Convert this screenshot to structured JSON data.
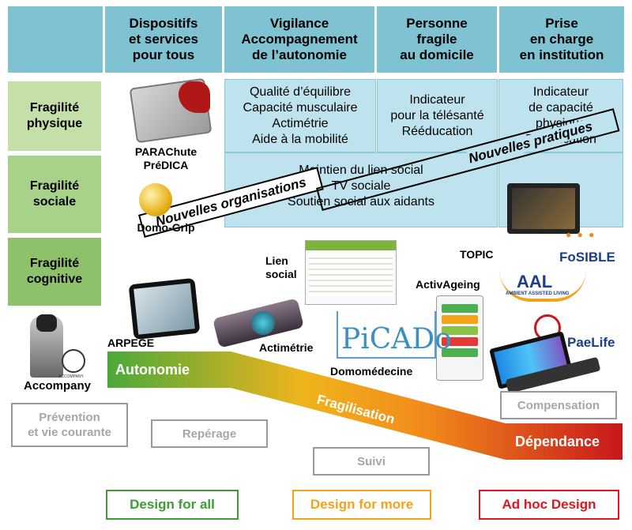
{
  "headers": [
    "Dispositifs\net services\npour tous",
    "Vigilance\nAccompagnement\nde l’autonomie",
    "Personne\nfragile\nau domicile",
    "Prise\nen charge\nen institution"
  ],
  "rows": [
    {
      "label": "Fragilité\nphysique",
      "color": "#c5dfa9"
    },
    {
      "label": "Fragilité\nsociale",
      "color": "#a8d18a"
    },
    {
      "label": "Fragilité\ncognitive",
      "color": "#8dc26b"
    }
  ],
  "cells": {
    "physical_vigilance": "Qualité d’équilibre\nCapacité musculaire\nActimétrie\nAide à la mobilité",
    "physical_home": "Indicateur\npour la télésanté\nRééducation",
    "physical_institution": "Indicateur\nde capacité\nphysique\nRééducation",
    "social": "Maintien du lien social\nTV sociale\nSoutien social aux aidants"
  },
  "banners": {
    "organisations": "Nouvelles organisations",
    "pratiques": "Nouvelles pratiques"
  },
  "devices": {
    "parachute": "PARAChute\nPréDICA",
    "domogrip": "Domo-Grip",
    "lien_social": "Lien\nsocial",
    "topic": "TOPIC",
    "fosible": "FoSIBLE",
    "activageing": "ActivAgeing",
    "aal": "AAL",
    "aal_sub": "AMBIENT ASSISTED LIVING",
    "arpege": "ARPEGE",
    "actimetrie": "Actimétrie",
    "picado": "PiCADo",
    "domomedecine": "Domomédecine",
    "paelife": "PaeLife",
    "accompany": "Accompany",
    "accompany_logo": "ACCOMPANY"
  },
  "gradient": {
    "autonomie": "Autonomie",
    "fragilisation": "Fragilisation",
    "dependance": "Dépendance",
    "colors": [
      "#4aa93a",
      "#f0b41c",
      "#f18a1a",
      "#c8171c"
    ]
  },
  "stages": {
    "prevention": "Prévention\net vie courante",
    "reperage": "Repérage",
    "suivi": "Suivi",
    "compensation": "Compensation"
  },
  "designs": [
    {
      "label": "Design for all",
      "color": "#3f9c35"
    },
    {
      "label": "Design for more",
      "color": "#f5a21b"
    },
    {
      "label": "Ad hoc Design",
      "color": "#e0161e"
    }
  ]
}
